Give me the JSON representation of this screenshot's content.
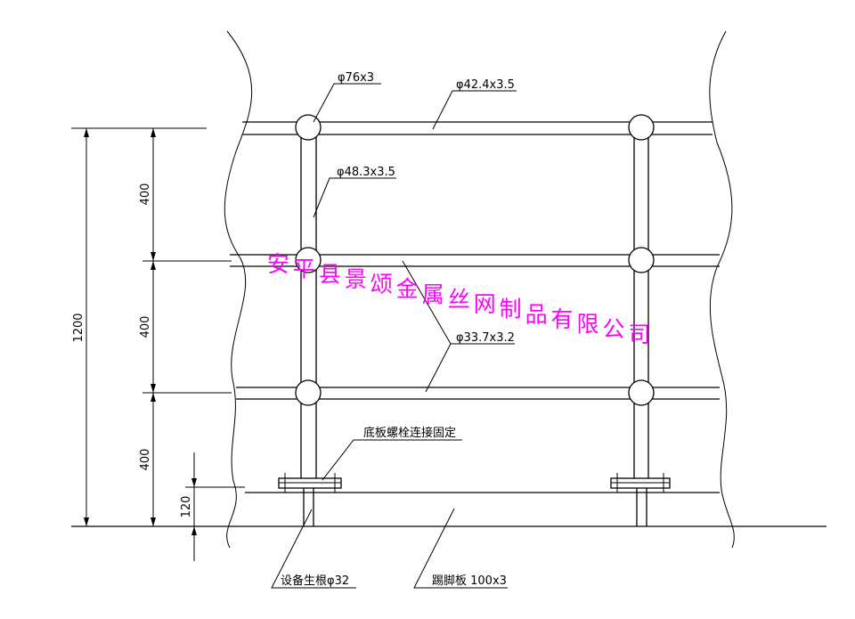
{
  "labels": {
    "post_cap": "φ76x3",
    "top_rail": "φ42.4x3.5",
    "post": "φ48.3x3.5",
    "mid_rail": "φ33.7x3.2",
    "base_plate": "底板螺栓连接固定",
    "anchor": "设备生根φ32",
    "kickboard": "踢脚板 100x3"
  },
  "dimensions": {
    "total": "1200",
    "seg1": "400",
    "seg2": "400",
    "seg3": "400",
    "kick": "120"
  },
  "watermark": "安平县景颂金属丝网制品有限公司",
  "colors": {
    "watermark": "#ff00ff",
    "line": "#000000"
  }
}
